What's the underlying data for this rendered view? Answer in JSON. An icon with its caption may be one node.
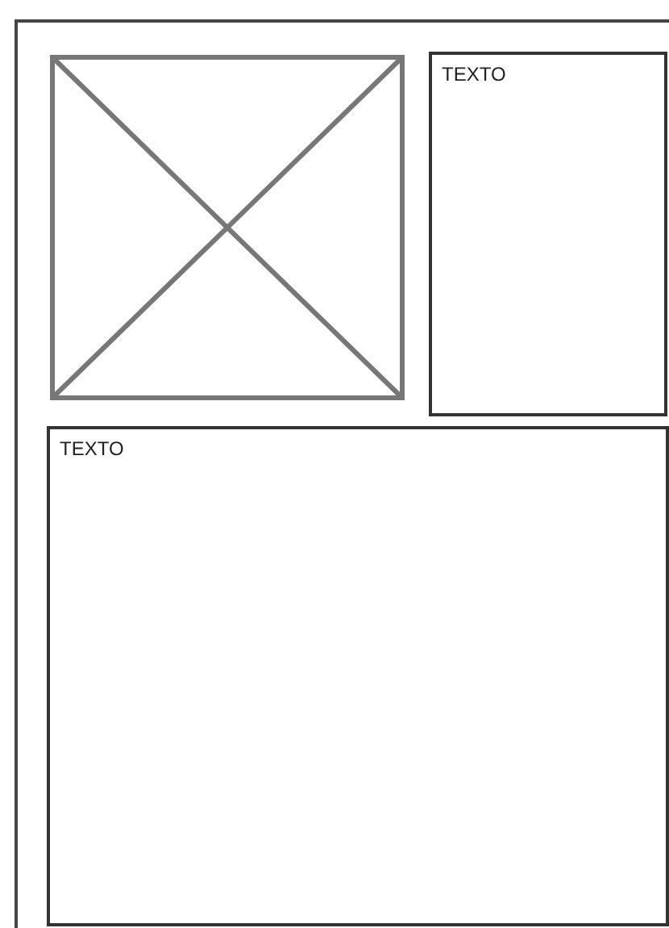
{
  "diagram": {
    "nodes": [
      {
        "text": [],
        "shape": "box"
      },
      {
        "text": [],
        "shape": "box",
        "in": 0
      },
      {
        "text": [
          "TEXTO"
        ],
        "in": 0
      },
      {
        "text": [
          "TEXTO"
        ],
        "in": 0
      }
    ]
  }
}
